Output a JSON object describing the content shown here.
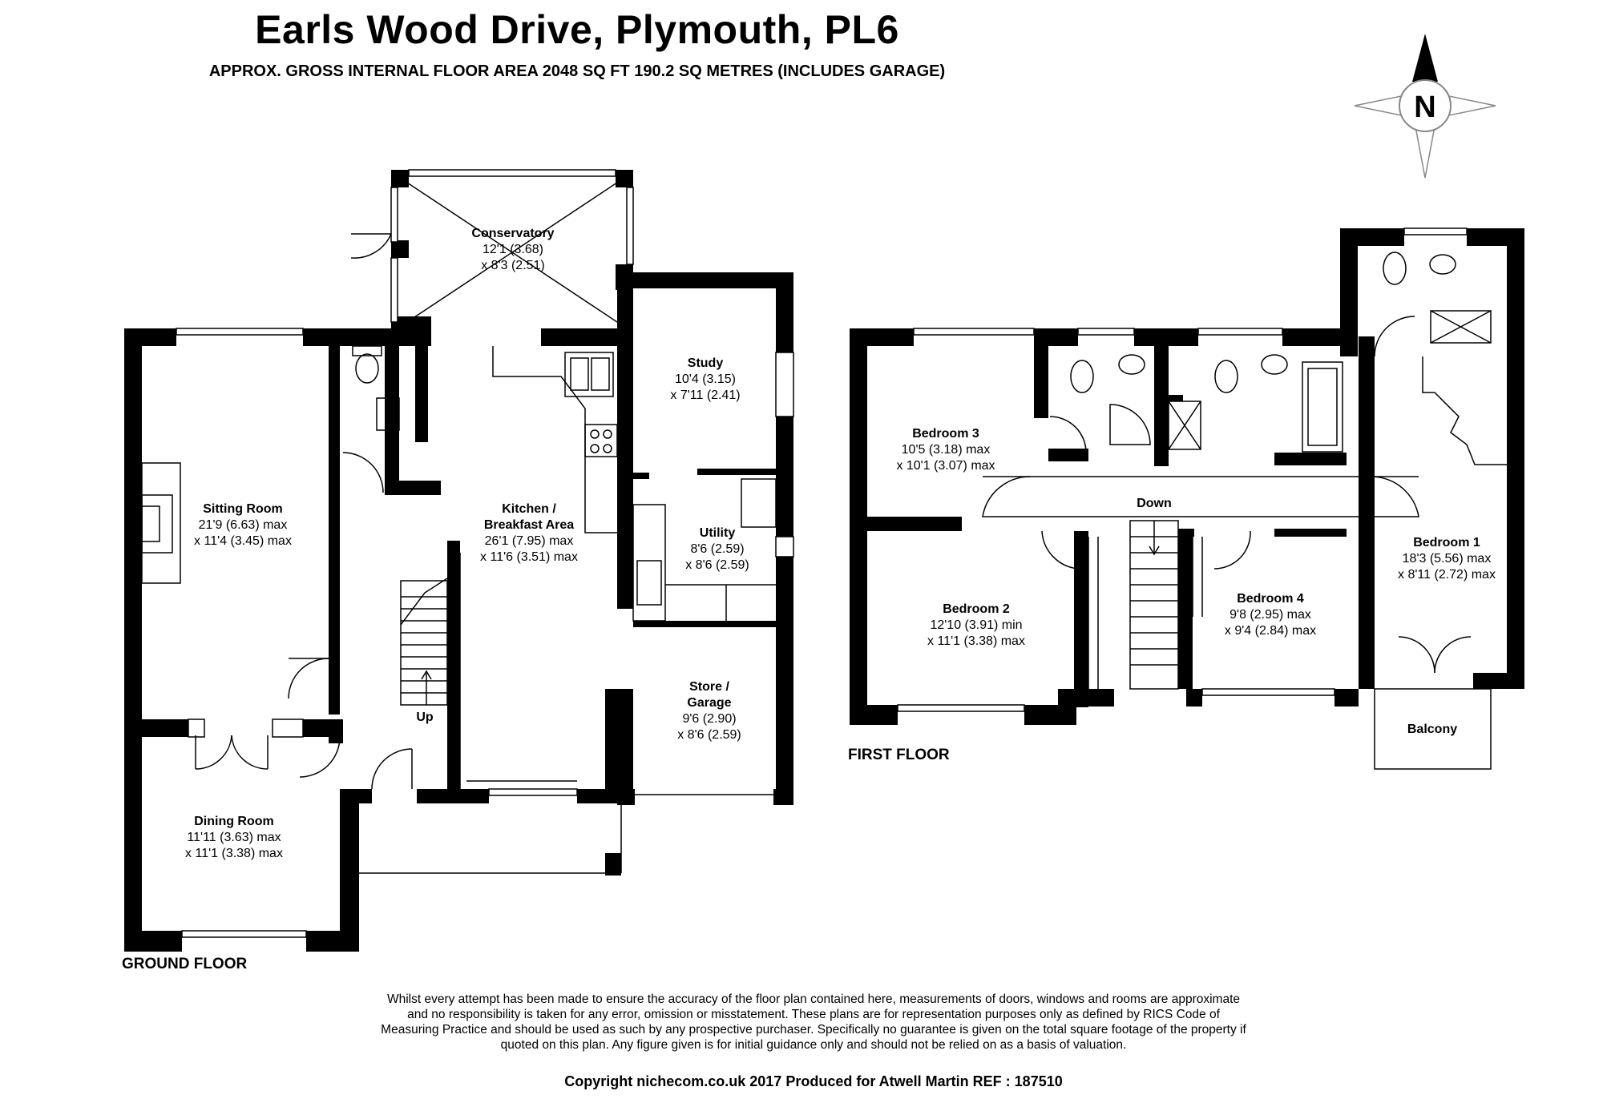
{
  "header": {
    "title": "Earls Wood Drive, Plymouth, PL6",
    "subtitle": "APPROX. GROSS INTERNAL FLOOR AREA 2048 SQ FT 190.2 SQ METRES (INCLUDES GARAGE)"
  },
  "compass": {
    "letter": "N",
    "icon": "north-arrow-compass-icon"
  },
  "ground_floor": {
    "label": "GROUND FLOOR",
    "rooms": {
      "conservatory": {
        "name": "Conservatory",
        "dim1": "12'1 (3.68)",
        "dim2": "x 8'3 (2.51)"
      },
      "study": {
        "name": "Study",
        "dim1": "10'4 (3.15)",
        "dim2": "x 7'11 (2.41)"
      },
      "sitting": {
        "name": "Sitting Room",
        "dim1": "21'9 (6.63) max",
        "dim2": "x 11'4 (3.45) max"
      },
      "kitchen": {
        "name1": "Kitchen /",
        "name2": "Breakfast Area",
        "dim1": "26'1 (7.95) max",
        "dim2": "x 11'6 (3.51) max"
      },
      "utility": {
        "name": "Utility",
        "dim1": "8'6 (2.59)",
        "dim2": "x 8'6 (2.59)"
      },
      "garage": {
        "name1": "Store /",
        "name2": "Garage",
        "dim1": "9'6 (2.90)",
        "dim2": "x 8'6 (2.59)"
      },
      "dining": {
        "name": "Dining Room",
        "dim1": "11'11 (3.63) max",
        "dim2": "x 11'1 (3.38) max"
      }
    },
    "stairs_label": "Up"
  },
  "first_floor": {
    "label": "FIRST FLOOR",
    "rooms": {
      "bedroom3": {
        "name": "Bedroom 3",
        "dim1": "10'5 (3.18) max",
        "dim2": "x 10'1 (3.07) max"
      },
      "bedroom2": {
        "name": "Bedroom 2",
        "dim1": "12'10 (3.91) min",
        "dim2": "x 11'1 (3.38) max"
      },
      "bedroom4": {
        "name": "Bedroom 4",
        "dim1": "9'8 (2.95) max",
        "dim2": "x 9'4 (2.84) max"
      },
      "bedroom1": {
        "name": "Bedroom 1",
        "dim1": "18'3 (5.56) max",
        "dim2": "x 8'11 (2.72) max"
      },
      "balcony": {
        "name": "Balcony"
      }
    },
    "stairs_label": "Down"
  },
  "footer": {
    "disclaimer": "Whilst every attempt has been made to ensure the accuracy of the floor plan contained here, measurements of doors, windows and rooms are approximate and no responsibility is taken for any error, omission or misstatement. These plans are for representation purposes only as defined by RICS Code of Measuring Practice and should be used as such by any prospective purchaser. Specifically no guarantee is given on the total square footage of the property if quoted on this plan. Any figure given is for initial guidance only and should not be relied on as a basis of valuation.",
    "copyright": "Copyright nichecom.co.uk 2017    Produced for Atwell Martin   REF :  187510"
  }
}
